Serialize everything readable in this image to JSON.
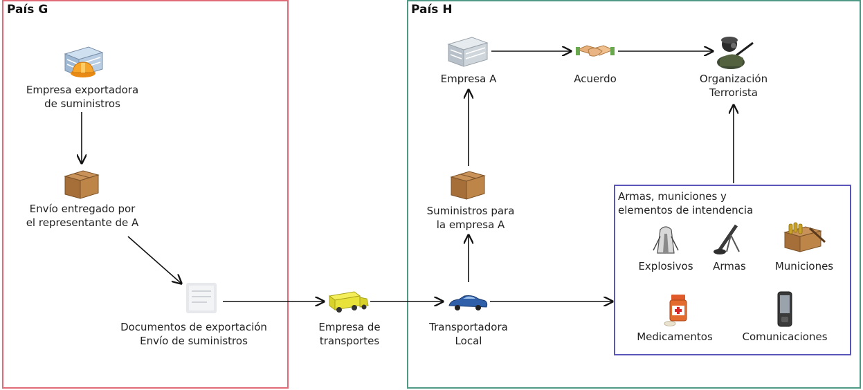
{
  "regions": {
    "country_g": "País G",
    "country_h": "País H"
  },
  "nodes": {
    "exporter": {
      "line1": "Empresa exportadora",
      "line2": "de suministros",
      "icon": "building-icon"
    },
    "shipment": {
      "line1": "Envío entregado por",
      "line2": "el representante de A",
      "icon": "box-icon"
    },
    "documents": {
      "line1": "Documentos de exportación",
      "line2": "Envío de suministros",
      "icon": "document-icon"
    },
    "transport": {
      "line1": "Empresa de",
      "line2": "transportes",
      "icon": "truck-icon"
    },
    "local_carrier": {
      "line1": "Transportadora",
      "line2": "Local",
      "icon": "car-icon"
    },
    "supplies_a": {
      "line1": "Suministros para",
      "line2": "la empresa A",
      "icon": "box-icon"
    },
    "company_a": {
      "line1": "Empresa A",
      "icon": "building-icon"
    },
    "agreement": {
      "line1": "Acuerdo",
      "icon": "handshake-icon"
    },
    "terrorist_org": {
      "line1": "Organización",
      "line2": "Terrorista",
      "icon": "soldier-icon"
    }
  },
  "supplies": {
    "title_line1": "Armas, municiones y",
    "title_line2": "elementos de intendencia",
    "items": [
      {
        "label": "Explosivos",
        "icon": "explosive-icon"
      },
      {
        "label": "Armas",
        "icon": "mortar-icon"
      },
      {
        "label": "Municiones",
        "icon": "ammunition-icon"
      },
      {
        "label": "Medicamentos",
        "icon": "medicine-icon"
      },
      {
        "label": "Comunicaciones",
        "icon": "phone-icon"
      }
    ]
  },
  "colors": {
    "country_g_border": "#e06a75",
    "country_h_border": "#4e9a86",
    "supplies_border": "#5a55b8",
    "arrow": "#111111"
  }
}
